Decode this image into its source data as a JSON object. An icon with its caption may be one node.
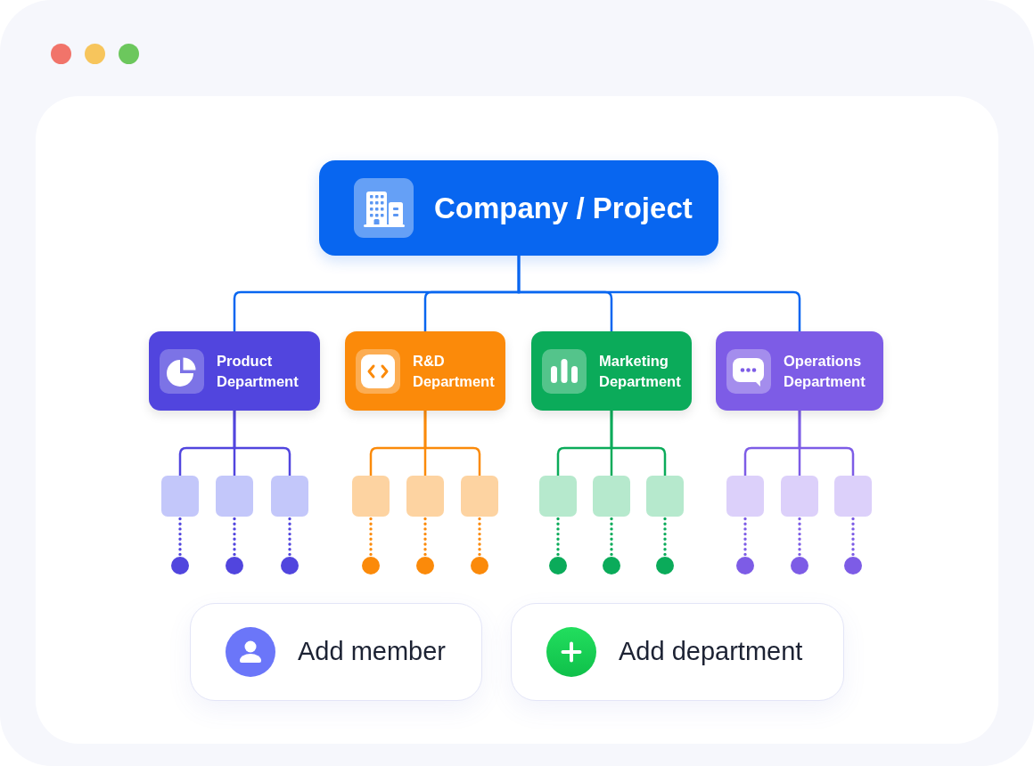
{
  "diagram": {
    "nodes": [
      {
        "text": [
          "Company / Project"
        ]
      },
      {
        "text": [
          "Product Department"
        ]
      },
      {
        "text": [
          "R&D Department"
        ]
      },
      {
        "text": [
          "Marketing Department"
        ]
      },
      {
        "text": [
          "Operations Department"
        ]
      },
      {
        "text": [],
        "shape": "box"
      },
      {
        "text": [],
        "shape": "box"
      },
      {
        "text": [],
        "shape": "box"
      },
      {
        "text": [],
        "shape": "box"
      },
      {
        "text": [],
        "shape": "box"
      },
      {
        "text": [],
        "shape": "box"
      },
      {
        "text": [],
        "shape": "box"
      },
      {
        "text": [],
        "shape": "box"
      },
      {
        "text": [],
        "shape": "box"
      },
      {
        "text": [],
        "shape": "box"
      },
      {
        "text": [],
        "shape": "box"
      },
      {
        "text": [],
        "shape": "box"
      },
      {
        "text": [],
        "shape": "circle"
      },
      {
        "text": [],
        "shape": "circle"
      },
      {
        "text": [],
        "shape": "circle"
      },
      {
        "text": [],
        "shape": "circle"
      },
      {
        "text": [],
        "shape": "circle"
      },
      {
        "text": [],
        "shape": "circle"
      },
      {
        "text": [],
        "shape": "circle"
      },
      {
        "text": [],
        "shape": "circle"
      },
      {
        "text": [],
        "shape": "circle"
      },
      {
        "text": [],
        "shape": "circle"
      },
      {
        "text": [],
        "shape": "circle"
      },
      {
        "text": [],
        "shape": "circle"
      },
      {
        "text": [
          "Add member"
        ]
      },
      {
        "text": [
          "Add department"
        ]
      }
    ],
    "edges": [
      {
        "from": 0,
        "to": 1,
        "arrow": "none",
        "color": "#0866f0"
      },
      {
        "from": 0,
        "to": 2,
        "arrow": "none",
        "color": "#0866f0"
      },
      {
        "from": 0,
        "to": 3,
        "arrow": "none",
        "color": "#0866f0"
      },
      {
        "from": 0,
        "to": 4,
        "arrow": "none",
        "color": "#0866f0"
      },
      {
        "from": 1,
        "to": 5,
        "arrow": "none",
        "color": "#5145de"
      },
      {
        "from": 1,
        "to": 6,
        "arrow": "none",
        "color": "#5145de"
      },
      {
        "from": 1,
        "to": 7,
        "arrow": "none",
        "color": "#5145de"
      },
      {
        "from": 2,
        "to": 8,
        "arrow": "none",
        "color": "#fb8a0a"
      },
      {
        "from": 2,
        "to": 9,
        "arrow": "none",
        "color": "#fb8a0a"
      },
      {
        "from": 2,
        "to": 10,
        "arrow": "none",
        "color": "#fb8a0a"
      },
      {
        "from": 3,
        "to": 11,
        "arrow": "none",
        "color": "#0bab5a"
      },
      {
        "from": 3,
        "to": 12,
        "arrow": "none",
        "color": "#0bab5a"
      },
      {
        "from": 3,
        "to": 13,
        "arrow": "none",
        "color": "#0bab5a"
      },
      {
        "from": 4,
        "to": 14,
        "arrow": "none",
        "color": "#7d5ce6"
      },
      {
        "from": 4,
        "to": 15,
        "arrow": "none",
        "color": "#7d5ce6"
      },
      {
        "from": 4,
        "to": 16,
        "arrow": "none",
        "color": "#7d5ce6"
      },
      {
        "from": 5,
        "to": 17,
        "arrow": "none",
        "style": "dashed",
        "color": "#5145de"
      },
      {
        "from": 6,
        "to": 18,
        "arrow": "none",
        "style": "dashed",
        "color": "#5145de"
      },
      {
        "from": 7,
        "to": 19,
        "arrow": "none",
        "style": "dashed",
        "color": "#5145de"
      },
      {
        "from": 8,
        "to": 20,
        "arrow": "none",
        "style": "dashed",
        "color": "#fb8a0a"
      },
      {
        "from": 9,
        "to": 21,
        "arrow": "none",
        "style": "dashed",
        "color": "#fb8a0a"
      },
      {
        "from": 10,
        "to": 22,
        "arrow": "none",
        "style": "dashed",
        "color": "#fb8a0a"
      },
      {
        "from": 11,
        "to": 23,
        "arrow": "none",
        "style": "dashed",
        "color": "#0bab5a"
      },
      {
        "from": 12,
        "to": 24,
        "arrow": "none",
        "style": "dashed",
        "color": "#0bab5a"
      },
      {
        "from": 13,
        "to": 25,
        "arrow": "none",
        "style": "dashed",
        "color": "#0bab5a"
      },
      {
        "from": 14,
        "to": 26,
        "arrow": "none",
        "style": "dashed",
        "color": "#7d5ce6"
      },
      {
        "from": 15,
        "to": 27,
        "arrow": "none",
        "style": "dashed",
        "color": "#7d5ce6"
      },
      {
        "from": 16,
        "to": 28,
        "arrow": "none",
        "style": "dashed",
        "color": "#7d5ce6"
      }
    ]
  }
}
